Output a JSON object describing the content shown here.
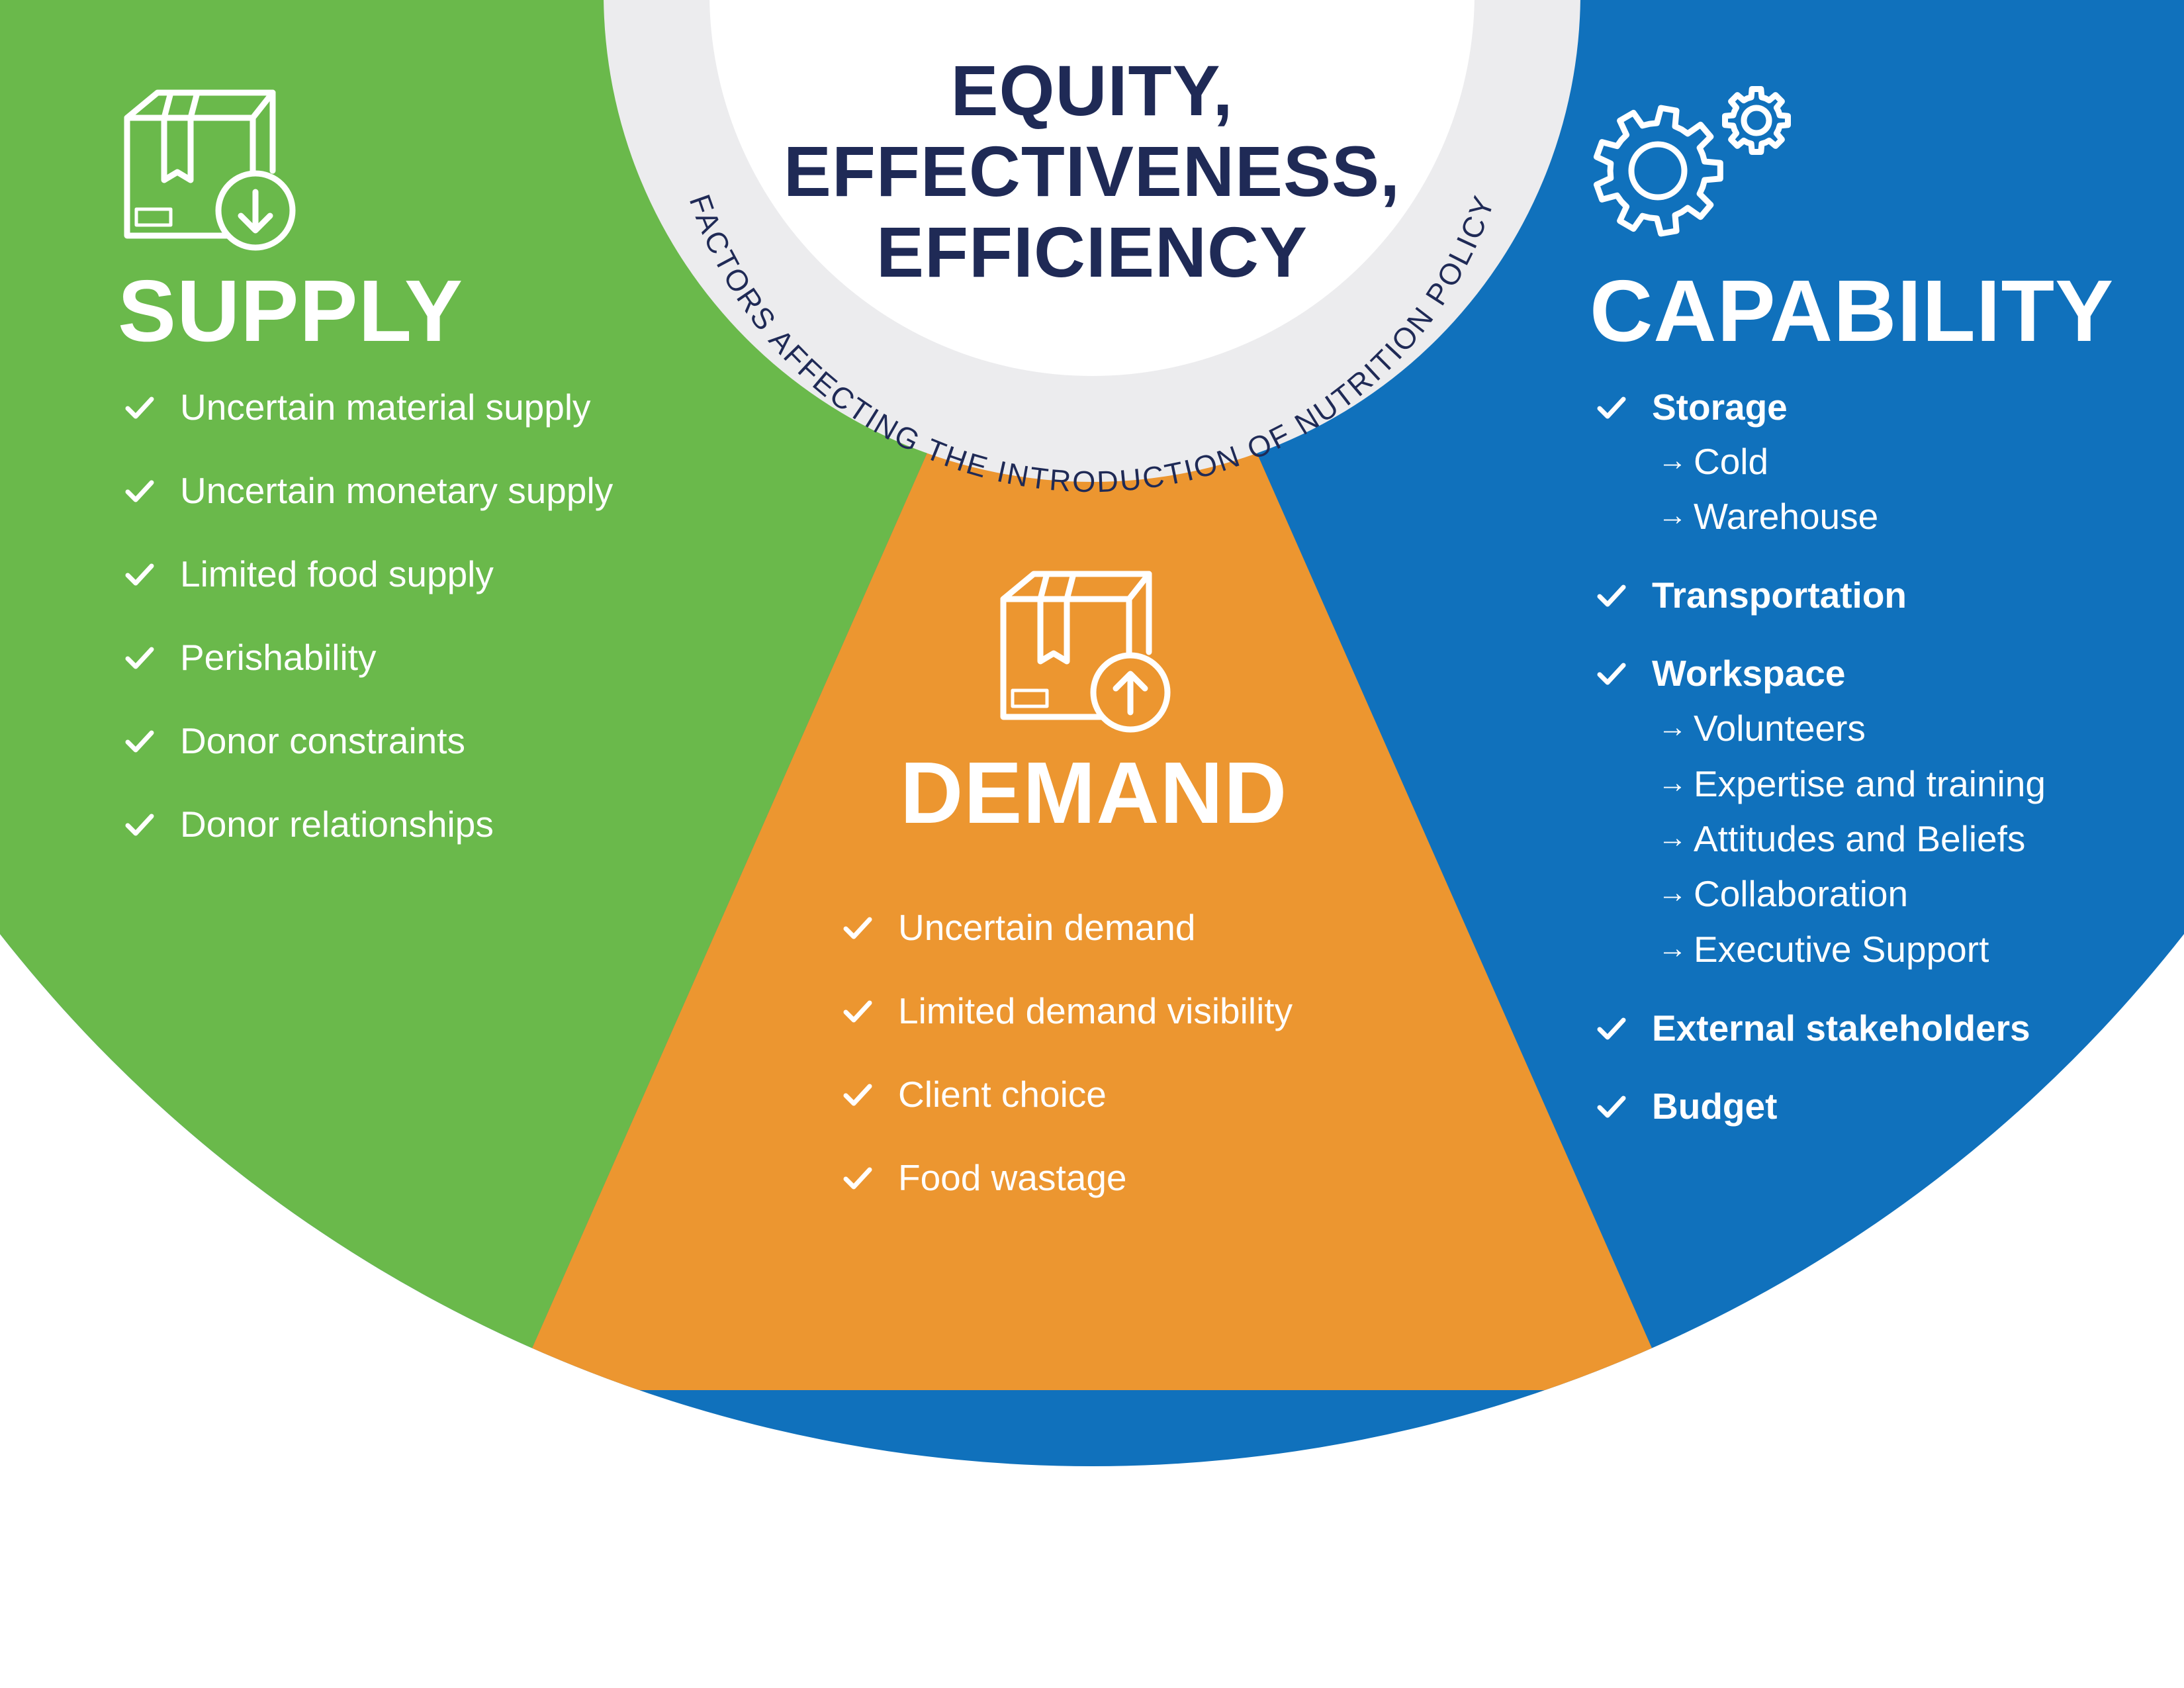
{
  "core": {
    "title_lines": [
      "EQUITY,",
      "EFFECTIVENESS,",
      "EFFICIENCY"
    ],
    "arc_text": "FACTORS AFFECTING THE INTRODUCTION OF NUTRITION POLICY"
  },
  "colors": {
    "supply": "#6ab94b",
    "demand": "#ec9630",
    "capability": "#1071bc",
    "ring": "#ececee",
    "navy": "#1f2a56",
    "white": "#ffffff"
  },
  "supply": {
    "icon": "box-down-arrow-icon",
    "heading": "SUPPLY",
    "items": [
      "Uncertain material supply",
      "Uncertain monetary supply",
      "Limited food supply",
      "Perishability",
      "Donor constraints",
      "Donor relationships"
    ]
  },
  "demand": {
    "icon": "box-up-arrow-icon",
    "heading": "DEMAND",
    "items": [
      "Uncertain demand",
      "Limited demand visibility",
      "Client choice",
      "Food wastage"
    ]
  },
  "capability": {
    "icon": "gears-icon",
    "heading": "CAPABILITY",
    "storage": "Storage",
    "storage_subs": [
      "Cold",
      "Warehouse"
    ],
    "transportation": "Transportation",
    "workspace": "Workspace",
    "workspace_subs": [
      "Volunteers",
      "Expertise and training",
      "Attitudes and Beliefs",
      "Collaboration",
      "Executive Support"
    ],
    "external": "External stakeholders",
    "budget": "Budget"
  }
}
